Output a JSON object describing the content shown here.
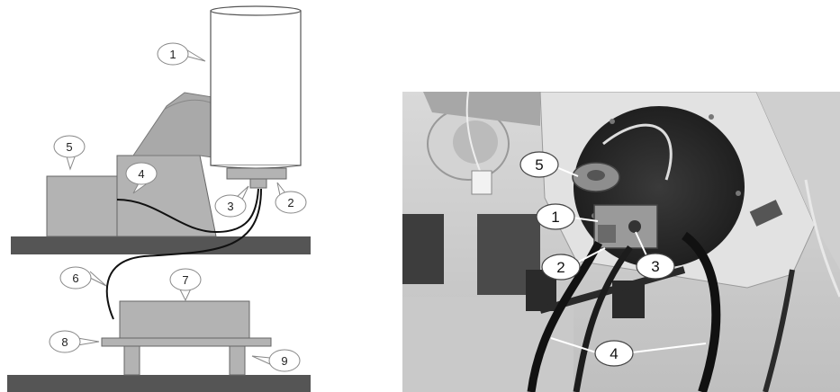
{
  "schematic": {
    "callouts": [
      {
        "id": "1",
        "text": "1"
      },
      {
        "id": "2",
        "text": "2"
      },
      {
        "id": "3",
        "text": "3"
      },
      {
        "id": "4",
        "text": "4"
      },
      {
        "id": "5",
        "text": "5"
      },
      {
        "id": "6",
        "text": "6"
      },
      {
        "id": "7",
        "text": "7"
      },
      {
        "id": "8",
        "text": "8"
      },
      {
        "id": "9",
        "text": "9"
      }
    ]
  },
  "photo": {
    "callouts": [
      {
        "id": "1",
        "text": "1"
      },
      {
        "id": "2",
        "text": "2"
      },
      {
        "id": "3",
        "text": "3"
      },
      {
        "id": "4",
        "text": "4"
      },
      {
        "id": "5",
        "text": "5"
      }
    ]
  },
  "colors": {
    "ground": "#555555",
    "block": "#b3b3b3",
    "block_light": "#c4c4c4",
    "outline": "#444444",
    "cable": "#111111",
    "photo_bg": "#8c8c8c"
  }
}
